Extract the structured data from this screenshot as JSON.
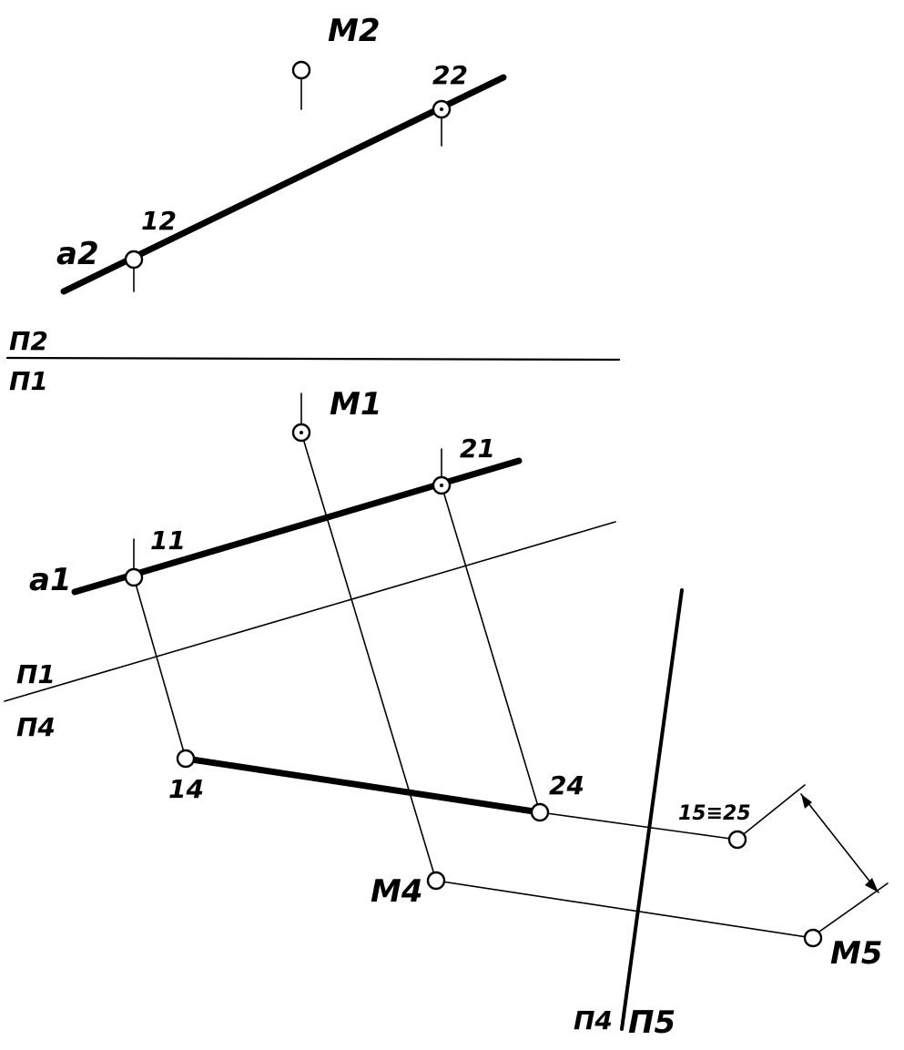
{
  "labels": {
    "M2": "M2",
    "p2_2": "22",
    "p1_2": "12",
    "a2": "a2",
    "pi2": "П2",
    "pi1_top": "П1",
    "M1": "M1",
    "p2_1": "21",
    "p1_1": "11",
    "a1": "a1",
    "pi1_mid": "П1",
    "pi4_mid": "П4",
    "p1_4": "14",
    "p2_4": "24",
    "p15_25": "15≡25",
    "M4": "M4",
    "M5": "M5",
    "pi4_bottom": "П4",
    "pi5_bottom": "П5"
  }
}
